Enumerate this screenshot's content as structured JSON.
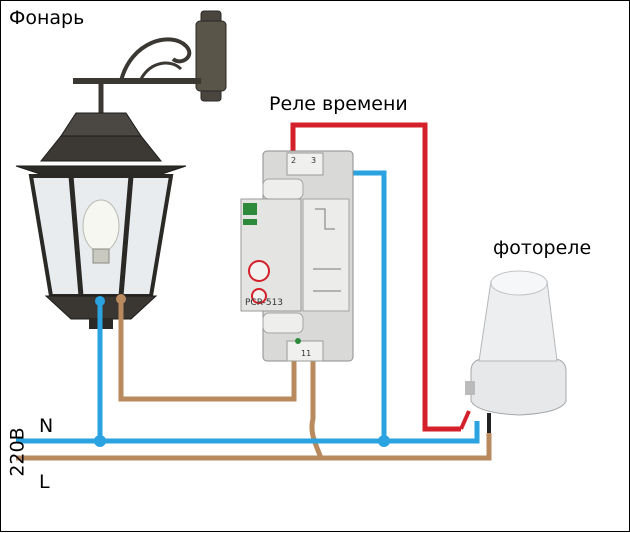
{
  "labels": {
    "lamp": "Фонарь",
    "relay": "Реле времени",
    "photorelay": "фотореле",
    "neutral": "N",
    "line": "L",
    "voltage": "220В"
  },
  "relay_device": {
    "model": "PCR-513",
    "terminals_top": [
      "2",
      "3"
    ],
    "terminals_bottom": [
      "11"
    ]
  },
  "colors": {
    "neutral_wire": "#2aa3e0",
    "line_wire": "#b98a5e",
    "red_wire": "#d4202a",
    "black_wire": "#222222"
  }
}
